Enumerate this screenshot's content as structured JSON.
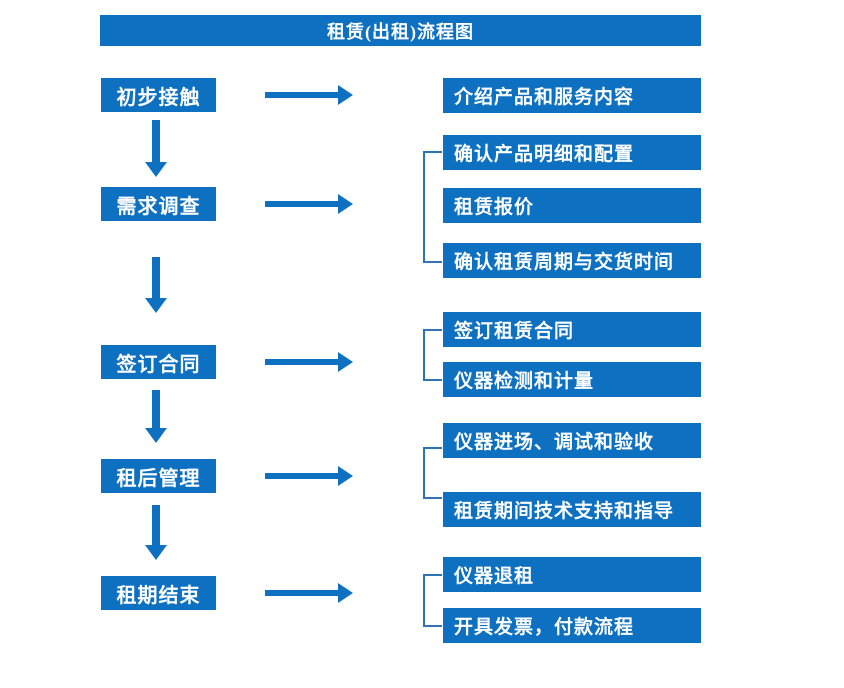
{
  "title": "租赁(出租)流程图",
  "colors": {
    "primary_blue": "#0d70c0",
    "bracket_blue": "#2e74b5",
    "text_white": "#ffffff",
    "background": "#ffffff"
  },
  "stages": [
    {
      "label": "初步接触",
      "outputs": [
        "介绍产品和服务内容"
      ]
    },
    {
      "label": "需求调查",
      "outputs": [
        "确认产品明细和配置",
        "租赁报价",
        "确认租赁周期与交货时间"
      ]
    },
    {
      "label": "签订合同",
      "outputs": [
        "签订租赁合同",
        "仪器检测和计量"
      ]
    },
    {
      "label": "租后管理",
      "outputs": [
        "仪器进场、调试和验收",
        "租赁期间技术支持和指导"
      ]
    },
    {
      "label": "租期结束",
      "outputs": [
        "仪器退租",
        "开具发票，付款流程"
      ]
    }
  ]
}
